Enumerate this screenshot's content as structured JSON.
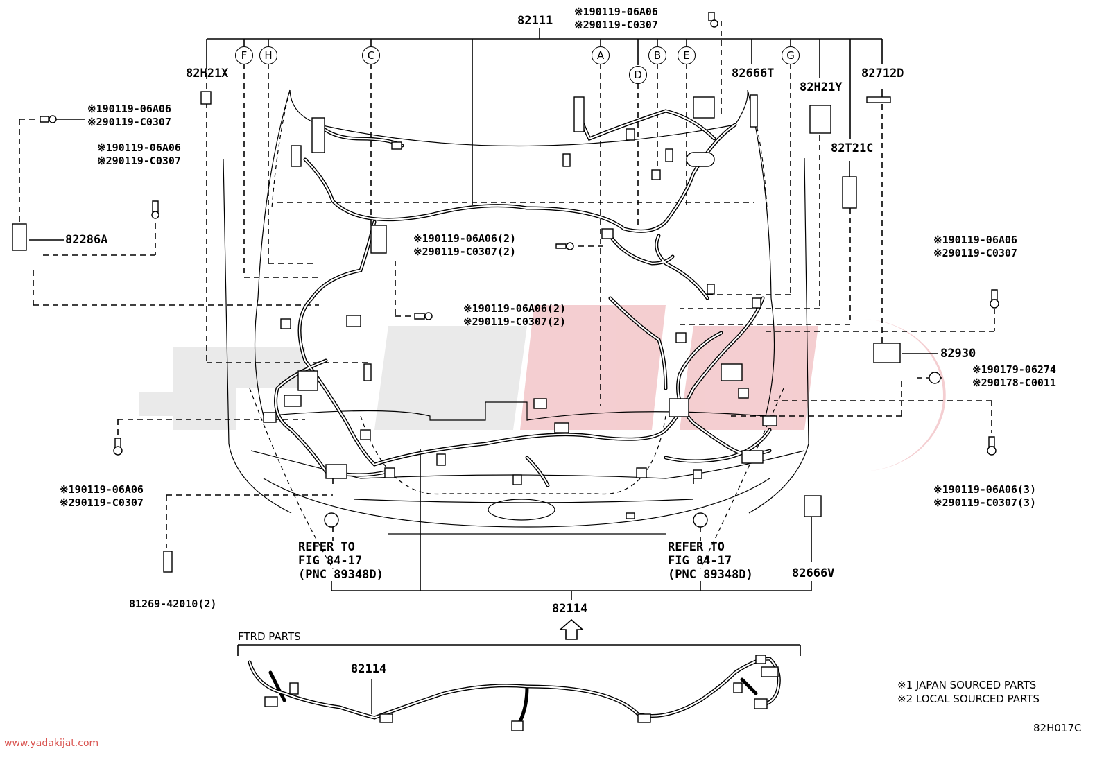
{
  "diagram": {
    "code": "82H017C",
    "watermark_url": "www.yadakijat.com",
    "colors": {
      "line": "#000000",
      "watermark_grey": "#e6e6e6",
      "watermark_red": "#f3c9cc"
    }
  },
  "parts": {
    "top_main": "82111",
    "p82H21X": "82H21X",
    "p82666T": "82666T",
    "p82H21Y": "82H21Y",
    "p82712D": "82712D",
    "p82T21C": "82T21C",
    "p82286A": "82286A",
    "p82930": "82930",
    "p82666V": "82666V",
    "p82114": "82114",
    "p81269": "81269-42010(2)",
    "ftrd_part": "82114"
  },
  "fasteners": {
    "top_a": "※190119-06A06",
    "top_b": "※290119-C0307",
    "left1_a": "※190119-06A06",
    "left1_b": "※290119-C0307",
    "left2_a": "※190119-06A06",
    "left2_b": "※290119-C0307",
    "center1_a": "※190119-06A06(2)",
    "center1_b": "※290119-C0307(2)",
    "center2_a": "※190119-06A06(2)",
    "center2_b": "※290119-C0307(2)",
    "right1_a": "※190119-06A06",
    "right1_b": "※290119-C0307",
    "right2_a": "※190179-06274",
    "right2_b": "※290178-C0011",
    "right3_a": "※190119-06A06(3)",
    "right3_b": "※290119-C0307(3)",
    "left3_a": "※190119-06A06",
    "left3_b": "※290119-C0307"
  },
  "circles": [
    "F",
    "H",
    "C",
    "A",
    "D",
    "B",
    "E",
    "G"
  ],
  "refer": {
    "left": [
      "REFER TO",
      "FIG 84-17",
      "(PNC 89348D)"
    ],
    "right": [
      "REFER TO",
      "FIG 84-17",
      "(PNC 89348D)"
    ]
  },
  "ftrd_label": "FTRD PARTS",
  "notes": [
    "※1 JAPAN SOURCED PARTS",
    "※2 LOCAL SOURCED PARTS"
  ]
}
